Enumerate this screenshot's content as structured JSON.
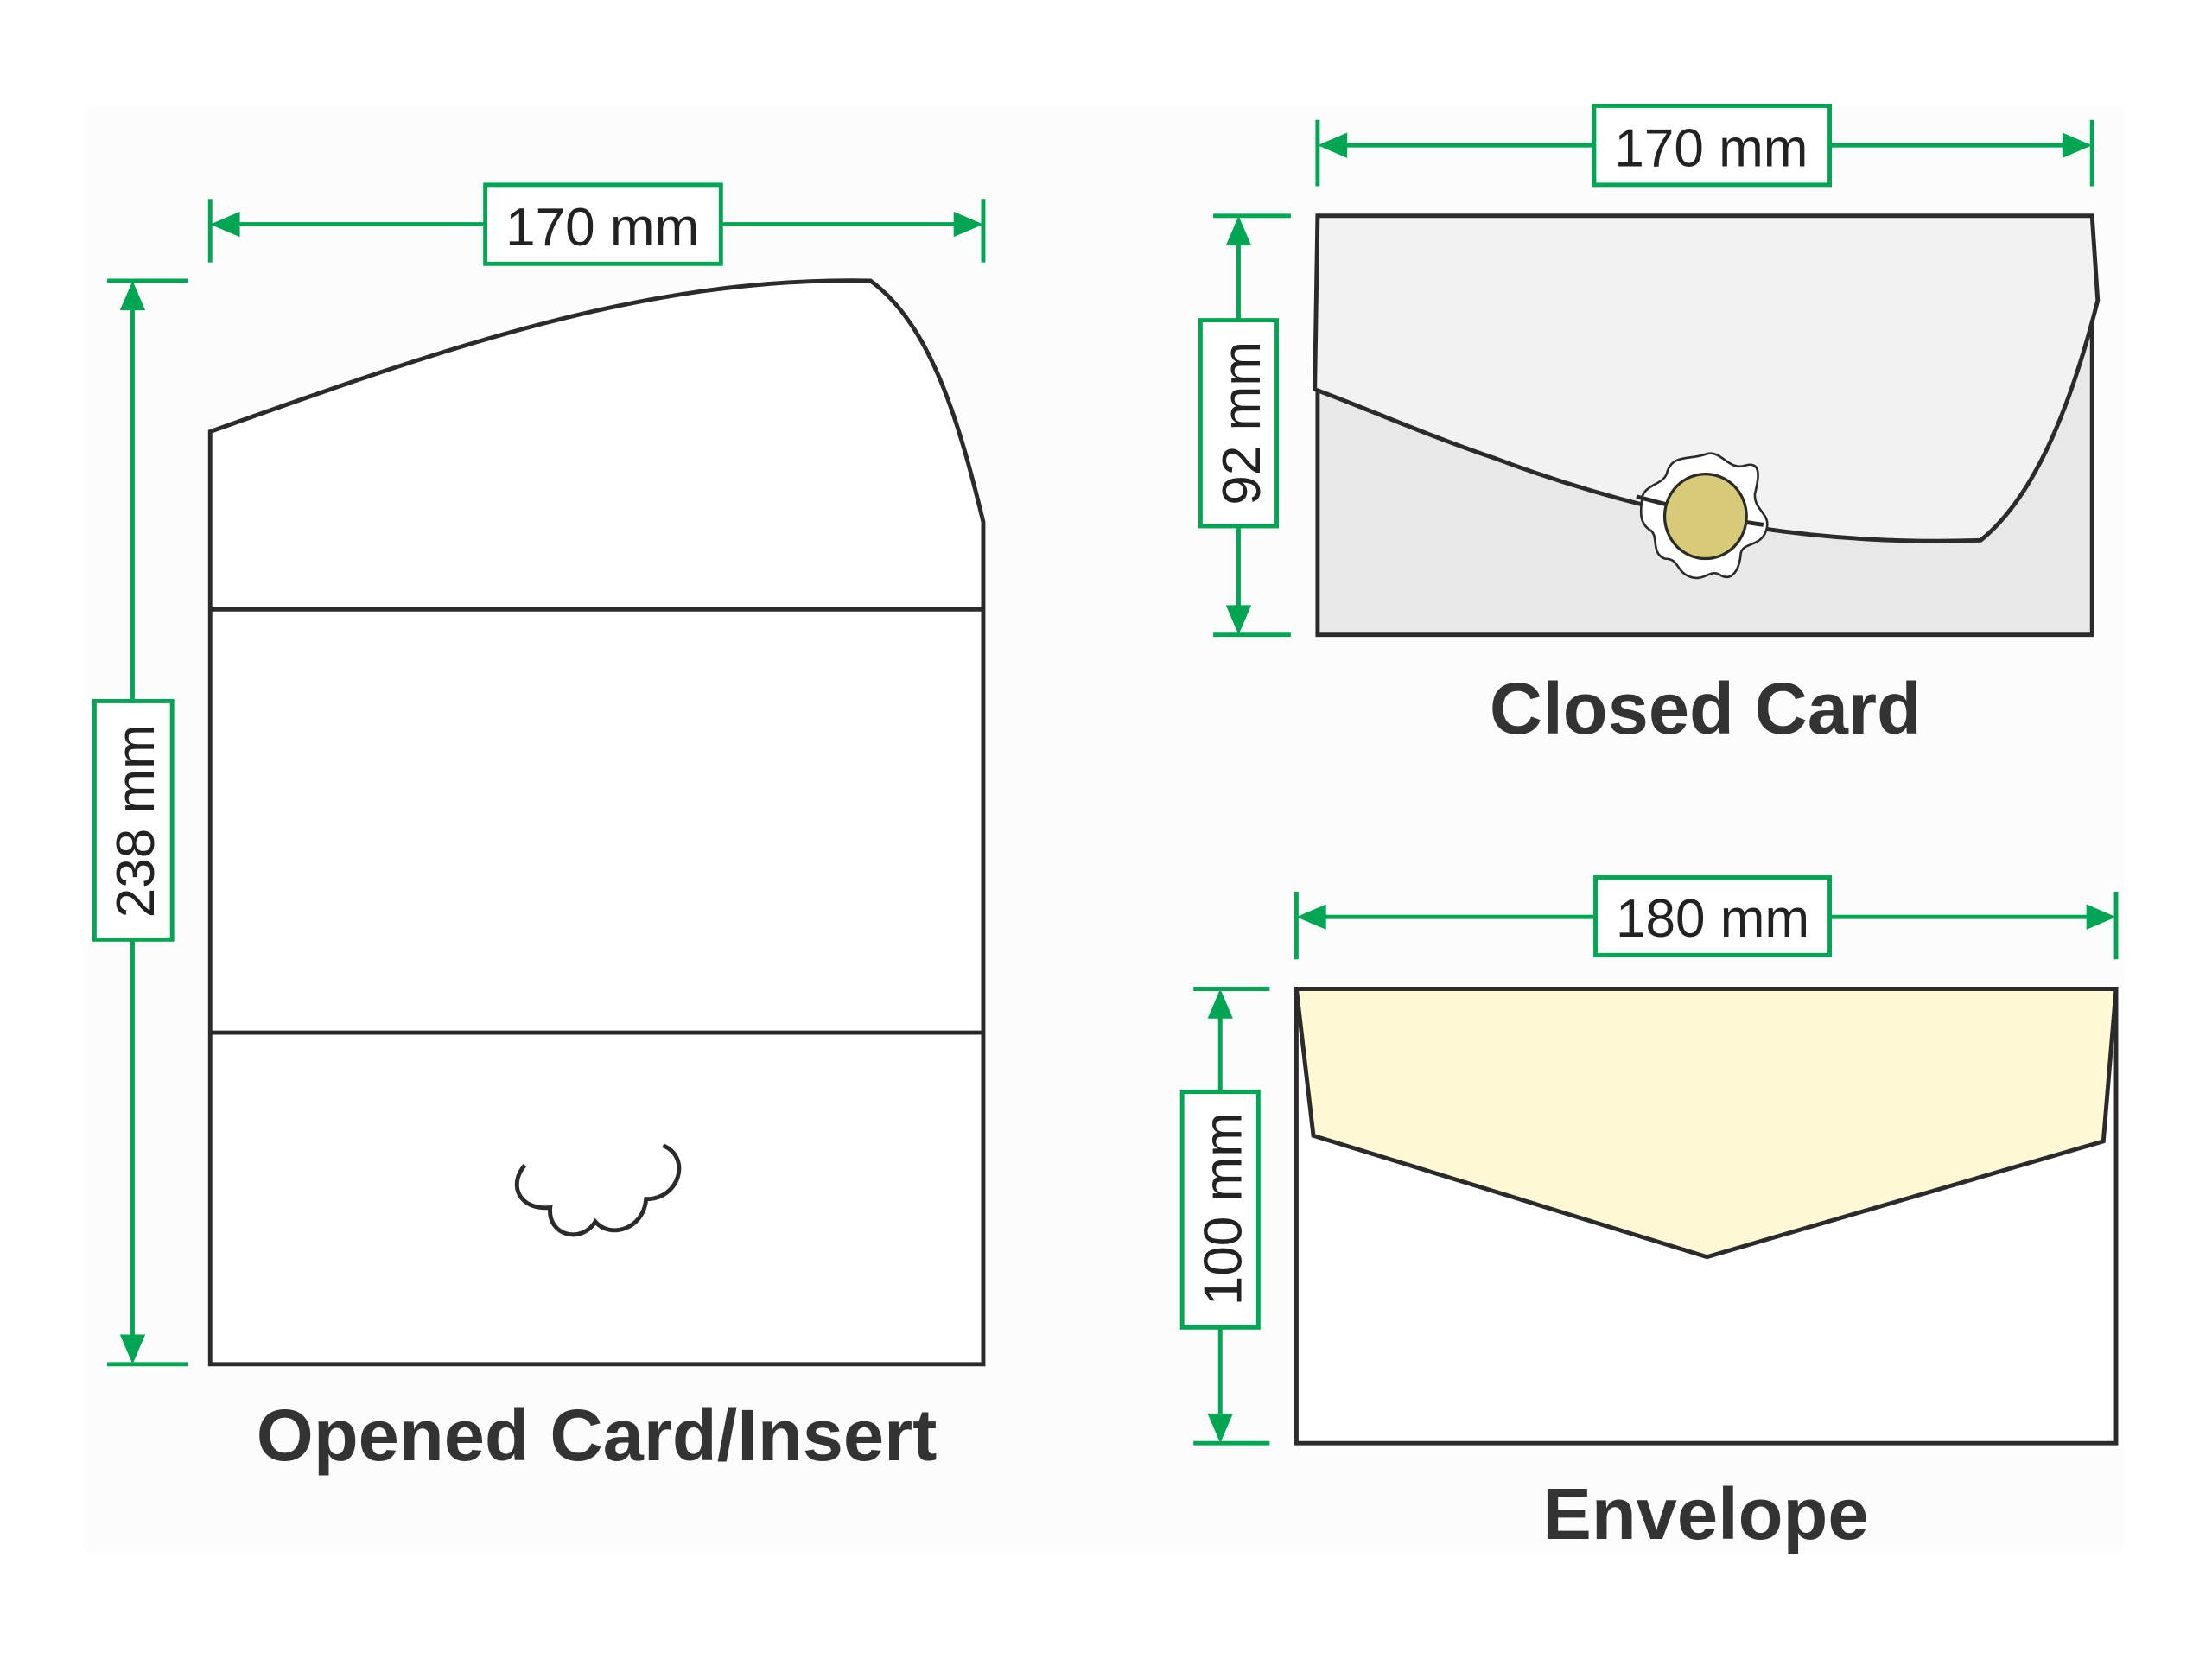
{
  "opened_card": {
    "title": "Opened Card/Insert",
    "width_label": "170 mm",
    "height_label": "238 mm"
  },
  "closed_card": {
    "title": "Closed Card",
    "width_label": "170 mm",
    "height_label": "92 mm"
  },
  "envelope": {
    "title": "Envelope",
    "width_label": "180 mm",
    "height_label": "100 mm"
  },
  "colors": {
    "dimension": "#00a651",
    "outline": "#2b2b2b",
    "closed_flap": "#f2f2f2",
    "closed_body": "#e8e8e8",
    "seal": "#d7cb78",
    "envelope_flap": "#fffad5"
  }
}
